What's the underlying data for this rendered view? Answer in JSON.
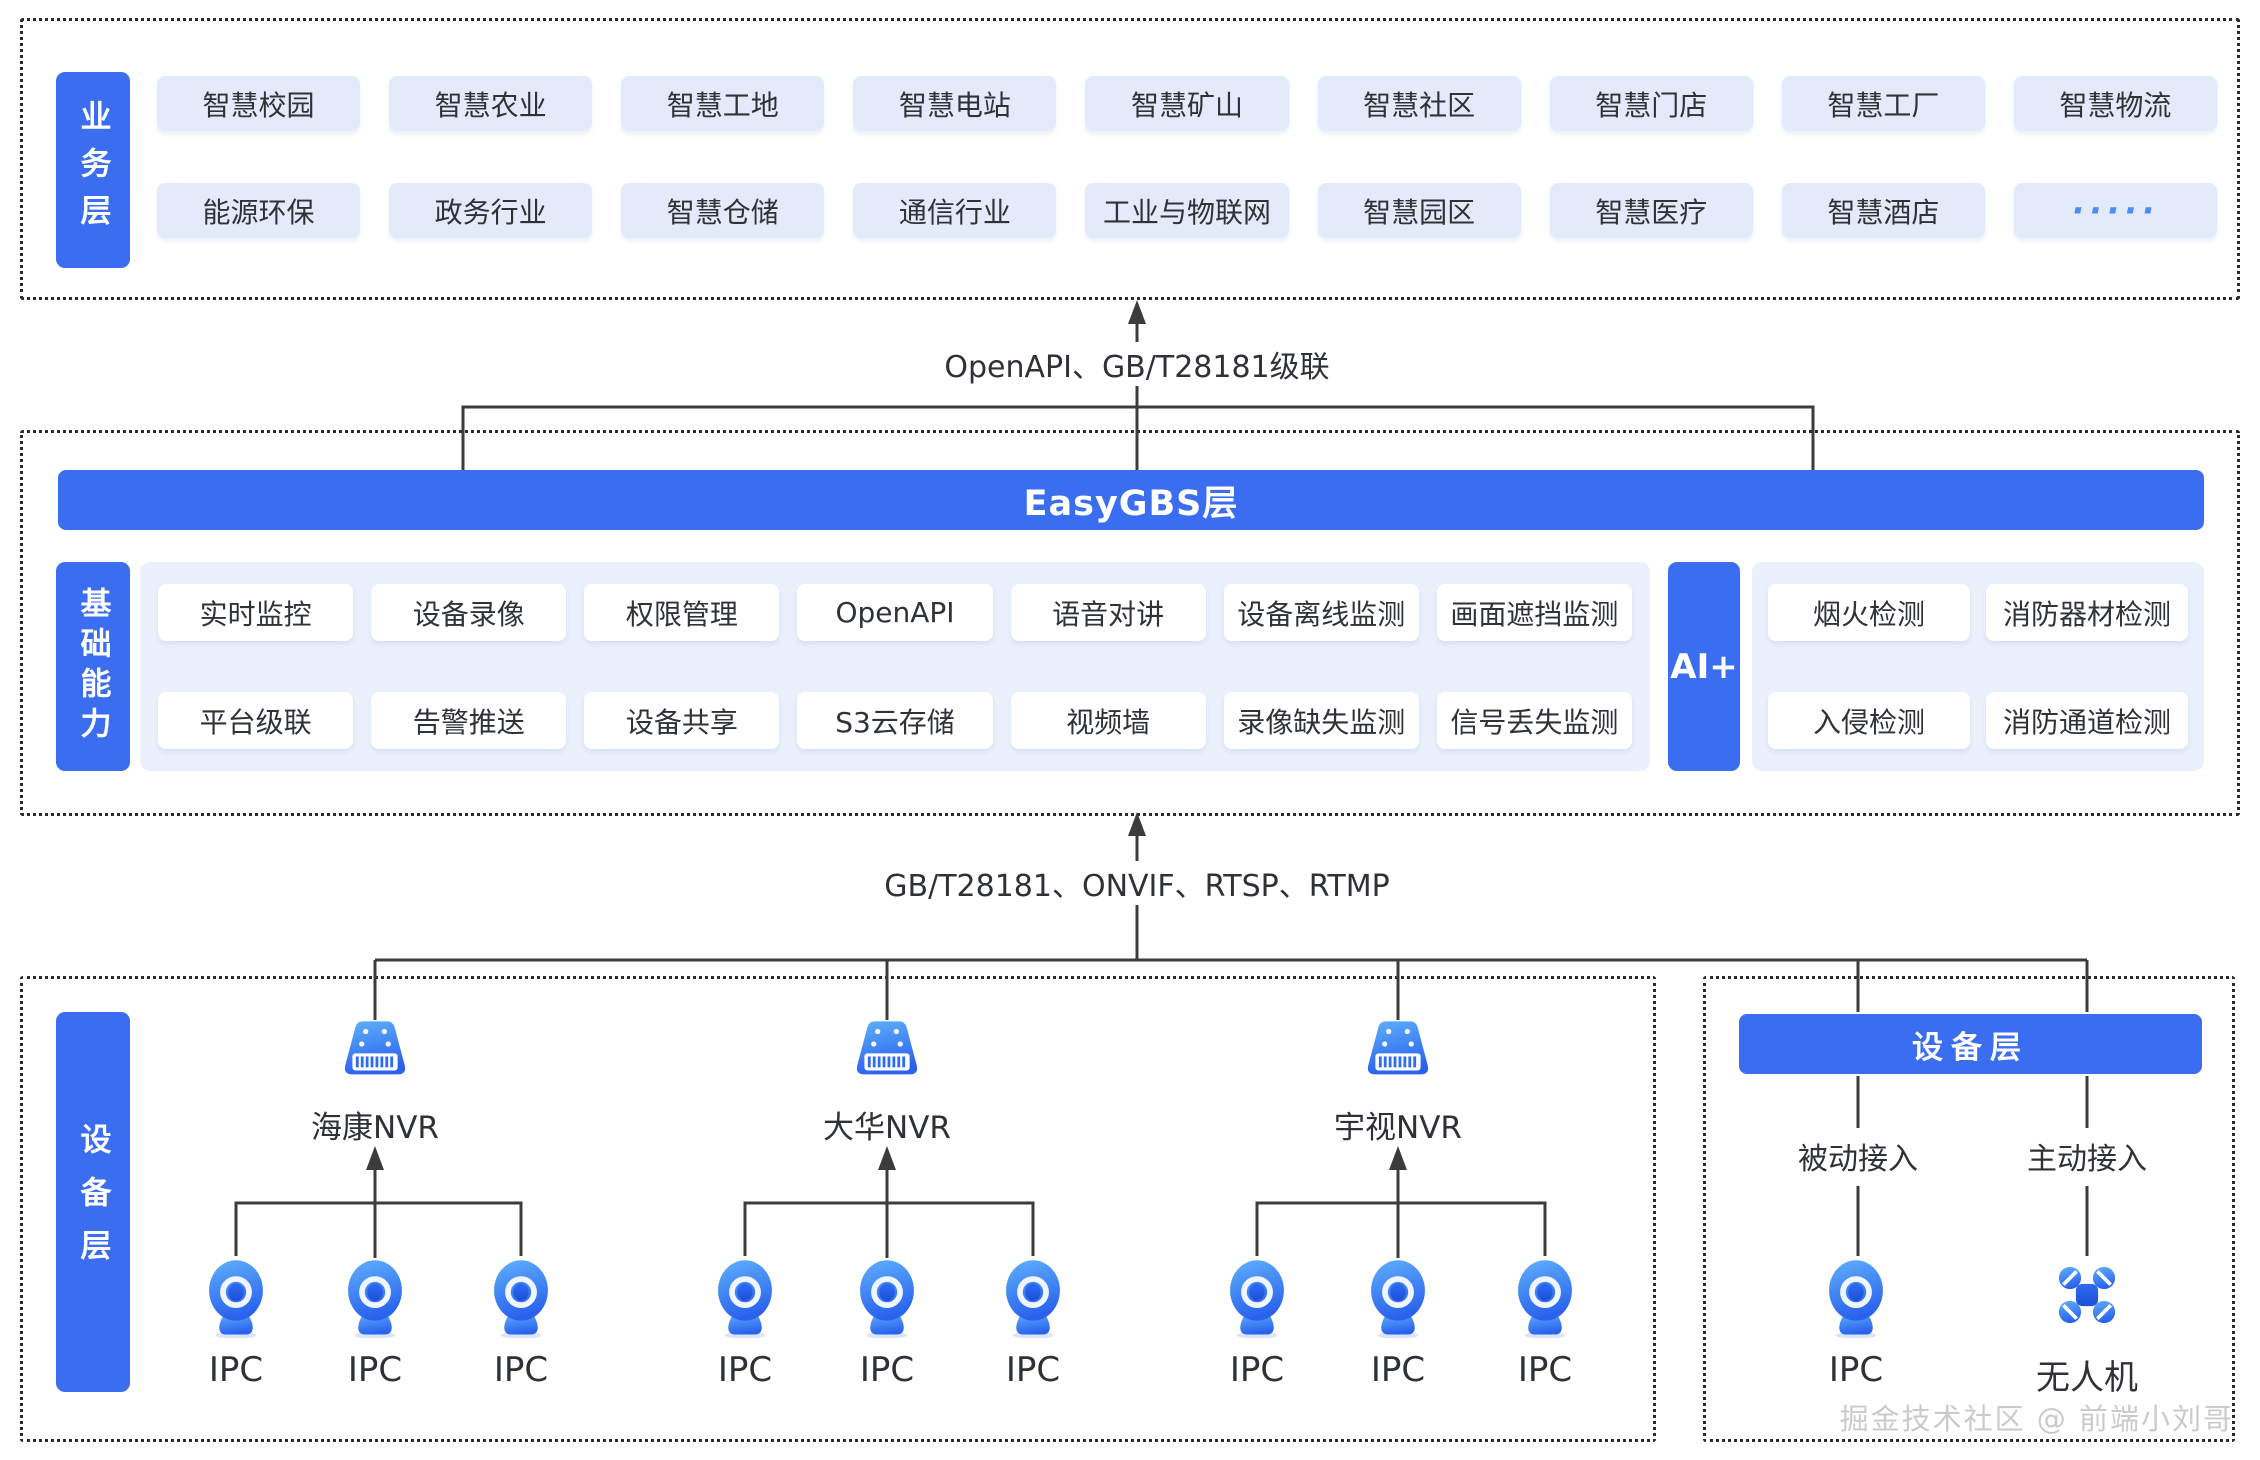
{
  "business_layer": {
    "label": "业务层",
    "row1": [
      "智慧校园",
      "智慧农业",
      "智慧工地",
      "智慧电站",
      "智慧矿山",
      "智慧社区",
      "智慧门店",
      "智慧工厂",
      "智慧物流"
    ],
    "row2": [
      "能源环保",
      "政务行业",
      "智慧仓储",
      "通信行业",
      "工业与物联网",
      "智慧园区",
      "智慧医疗",
      "智慧酒店",
      "·····"
    ]
  },
  "connectors": {
    "top_label": "OpenAPI、GB/T28181级联",
    "bottom_label": "GB/T28181、ONVIF、RTSP、RTMP"
  },
  "platform_layer": {
    "header": "EasyGBS层",
    "label": "基础能力",
    "capabilities_row1": [
      "实时监控",
      "设备录像",
      "权限管理",
      "OpenAPI",
      "语音对讲",
      "设备离线监测",
      "画面遮挡监测"
    ],
    "capabilities_row2": [
      "平台级联",
      "告警推送",
      "设备共享",
      "S3云存储",
      "视频墙",
      "录像缺失监测",
      "信号丢失监测"
    ],
    "ai_label": "AI+",
    "ai_row1": [
      "烟火检测",
      "消防器材检测"
    ],
    "ai_row2": [
      "入侵检测",
      "消防通道检测"
    ]
  },
  "device_layer": {
    "label": "设备层",
    "nvr_groups": [
      {
        "name": "海康NVR",
        "cameras": [
          "IPC",
          "IPC",
          "IPC"
        ]
      },
      {
        "name": "大华NVR",
        "cameras": [
          "IPC",
          "IPC",
          "IPC"
        ]
      },
      {
        "name": "宇视NVR",
        "cameras": [
          "IPC",
          "IPC",
          "IPC"
        ]
      }
    ],
    "access_box": {
      "header": "设备层",
      "passive_label": "被动接入",
      "passive_device": "IPC",
      "active_label": "主动接入",
      "active_device": "无人机"
    }
  },
  "icons": {
    "nvr": "nvr-icon",
    "camera": "ipc-camera-icon",
    "drone": "drone-icon"
  },
  "colors": {
    "accent": "#3B6DF1",
    "business_pill_bg": "#E3EBFA",
    "panel_bg": "#EAF0FC",
    "capability_pill_bg": "#FFFFFF",
    "line": "#3C3C3C",
    "dots_text": "#4B8DF5"
  },
  "watermark": "掘金技术社区 @ 前端小刘哥"
}
